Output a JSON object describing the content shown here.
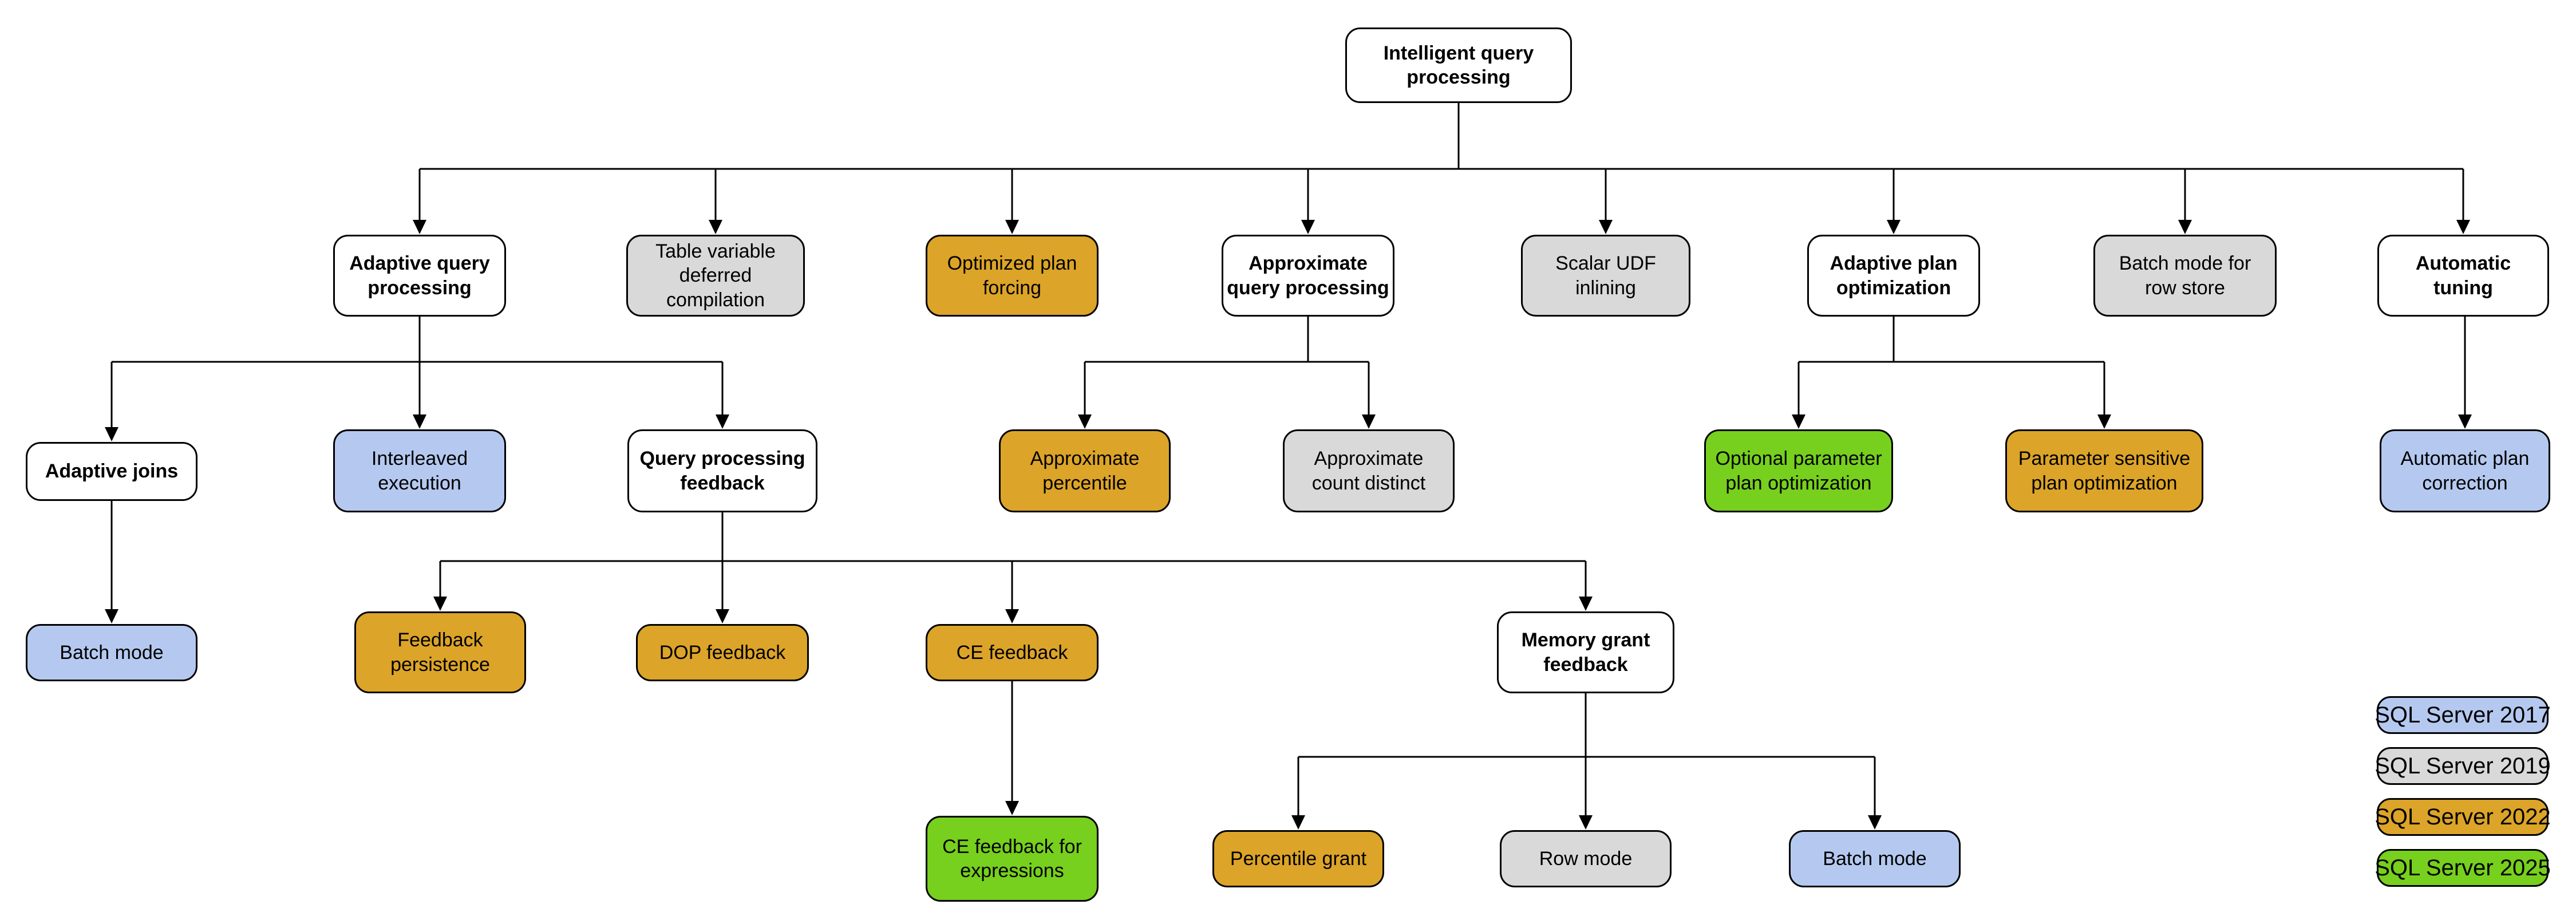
{
  "palette": {
    "parent": "#FFFFFF",
    "sql2017": "#B5C9F0",
    "sql2019": "#D9D9D9",
    "sql2022": "#DCA428",
    "sql2025": "#77CF1E",
    "border": "#000000",
    "connector": "#000000"
  },
  "nodes": {
    "iqp": {
      "label": "Intelligent query\nprocessing",
      "category": "parent"
    },
    "aqp": {
      "label": "Adaptive query\nprocessing",
      "category": "parent"
    },
    "tvdc": {
      "label": "Table variable\ndeferred compilation",
      "category": "sql2019"
    },
    "opf": {
      "label": "Optimized plan\nforcing",
      "category": "sql2022"
    },
    "axqp": {
      "label": "Approximate\nquery processing",
      "category": "parent"
    },
    "sui": {
      "label": "Scalar UDF\ninlining",
      "category": "sql2019"
    },
    "apo": {
      "label": "Adaptive plan\noptimization",
      "category": "parent"
    },
    "bmrs": {
      "label": "Batch mode for\nrow store",
      "category": "sql2019"
    },
    "atun": {
      "label": "Automatic\ntuning",
      "category": "parent"
    },
    "ajoin": {
      "label": "Adaptive joins",
      "category": "parent"
    },
    "ilex": {
      "label": "Interleaved\nexecution",
      "category": "sql2017"
    },
    "qpf": {
      "label": "Query processing\nfeedback",
      "category": "parent"
    },
    "apct": {
      "label": "Approximate\npercentile",
      "category": "sql2022"
    },
    "acd": {
      "label": "Approximate\ncount distinct",
      "category": "sql2019"
    },
    "oppo": {
      "label": "Optional parameter\nplan optimization",
      "category": "sql2025"
    },
    "pspo": {
      "label": "Parameter sensitive\nplan optimization",
      "category": "sql2022"
    },
    "apc": {
      "label": "Automatic plan\ncorrection",
      "category": "sql2017"
    },
    "bm2017": {
      "label": "Batch mode",
      "category": "sql2017"
    },
    "fbp": {
      "label": "Feedback\npersistence",
      "category": "sql2022"
    },
    "dopf": {
      "label": "DOP feedback",
      "category": "sql2022"
    },
    "cef": {
      "label": "CE feedback",
      "category": "sql2022"
    },
    "mgf": {
      "label": "Memory grant\nfeedback",
      "category": "parent"
    },
    "cefe": {
      "label": "CE feedback for\nexpressions",
      "category": "sql2025"
    },
    "pctg": {
      "label": "Percentile grant",
      "category": "sql2022"
    },
    "rowm": {
      "label": "Row mode",
      "category": "sql2019"
    },
    "bm2017b": {
      "label": "Batch mode",
      "category": "sql2017"
    }
  },
  "edges": [
    {
      "from": "iqp",
      "to": [
        "aqp",
        "tvdc",
        "opf",
        "axqp",
        "sui",
        "apo",
        "bmrs",
        "atun"
      ]
    },
    {
      "from": "aqp",
      "to": [
        "ajoin",
        "ilex",
        "qpf"
      ]
    },
    {
      "from": "axqp",
      "to": [
        "apct",
        "acd"
      ]
    },
    {
      "from": "apo",
      "to": [
        "oppo",
        "pspo"
      ]
    },
    {
      "from": "atun",
      "to": [
        "apc"
      ]
    },
    {
      "from": "ajoin",
      "to": [
        "bm2017"
      ]
    },
    {
      "from": "qpf",
      "to": [
        "fbp",
        "dopf",
        "cef",
        "mgf"
      ]
    },
    {
      "from": "cef",
      "to": [
        "cefe"
      ]
    },
    {
      "from": "mgf",
      "to": [
        "pctg",
        "rowm",
        "bm2017b"
      ]
    }
  ],
  "legend": {
    "items": [
      {
        "label": "SQL Server 2017",
        "category": "sql2017"
      },
      {
        "label": "SQL Server 2019",
        "category": "sql2019"
      },
      {
        "label": "SQL Server 2022",
        "category": "sql2022"
      },
      {
        "label": "SQL Server 2025",
        "category": "sql2025"
      }
    ]
  }
}
